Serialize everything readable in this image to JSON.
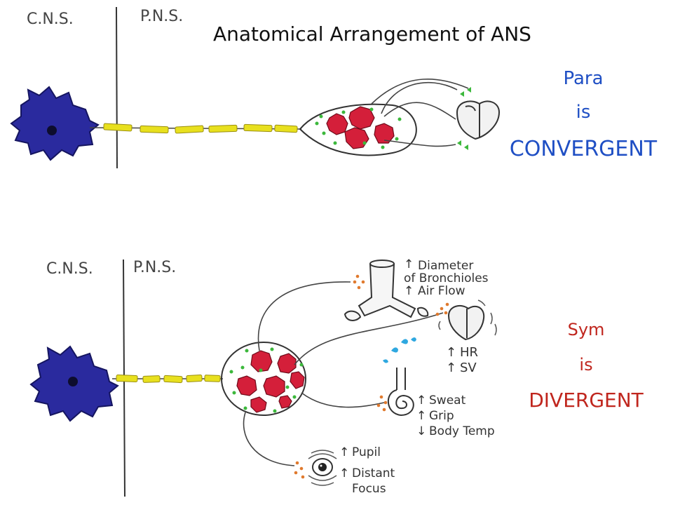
{
  "title": "Anatomical Arrangement of ANS",
  "colors": {
    "para": "#1f4fc4",
    "sym": "#c0261e",
    "soma": "#2a2a9e",
    "myelin": "#e8e01e",
    "ganglion_cell": "#d41f3a",
    "synapse_green": "#3cb83c",
    "synapse_orange": "#e07a2e",
    "ink": "#333333"
  },
  "top_panel": {
    "cns_label": "C.N.S.",
    "pns_label": "P.N.S.",
    "side_text": {
      "line1": "Para",
      "line2": "is",
      "line3": "CONVERGENT"
    },
    "target_icon": "heart-icon"
  },
  "bottom_panel": {
    "cns_label": "C.N.S.",
    "pns_label": "P.N.S.",
    "side_text": {
      "line1": "Sym",
      "line2": "is",
      "line3": "DIVERGENT"
    },
    "effects": {
      "lungs": [
        "Diameter",
        "of Bronchioles",
        "Air Flow"
      ],
      "heart": [
        "HR",
        "SV"
      ],
      "skin": [
        "Sweat",
        "Grip",
        "Body Temp"
      ],
      "eye": [
        "Pupil",
        "Distant",
        "Focus"
      ]
    },
    "target_icons": [
      "bronchi-icon",
      "heart-icon",
      "sweat-gland-icon",
      "eye-icon"
    ]
  }
}
